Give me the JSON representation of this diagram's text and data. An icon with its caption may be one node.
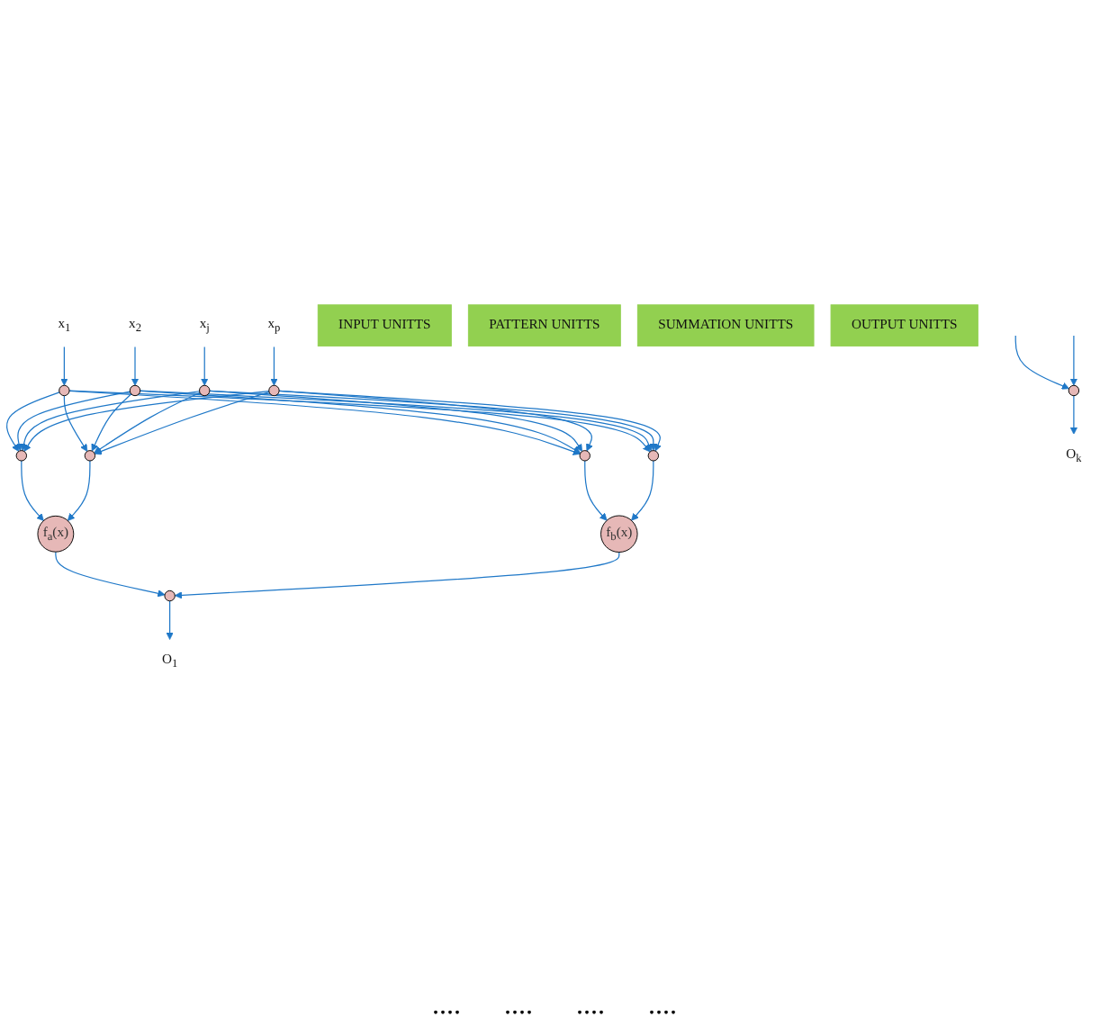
{
  "diagram": {
    "nodes": [
      {
        "text": [
          "x$_{1}$"
        ]
      },
      {
        "text": [
          "x$_{2}$"
        ]
      },
      {
        "text": [
          "x$_{j}$"
        ]
      },
      {
        "text": [
          "x$_{p}$"
        ]
      },
      {
        "text": [],
        "shape": "circle"
      },
      {
        "text": [],
        "shape": "circle"
      },
      {
        "text": [],
        "shape": "circle"
      },
      {
        "text": [],
        "shape": "circle"
      },
      {
        "text": [
          "INPUT UNITTS"
        ]
      },
      {
        "text": [],
        "shape": "circle"
      },
      {
        "text": [],
        "shape": "circle"
      },
      {
        "text": [],
        "shape": "circle"
      },
      {
        "text": [],
        "shape": "circle"
      },
      {
        "text": [
          "PATTERN UNITTS"
        ]
      },
      {
        "text": [
          "f$_{a}$(x)"
        ]
      },
      {
        "text": [
          "f$_{b}$(x)"
        ]
      },
      {
        "text": [
          "SUMMATION UNITTS"
        ]
      },
      {
        "text": [],
        "shape": "circle"
      },
      {
        "text": [],
        "shape": "circle"
      },
      {
        "text": [
          "OUTPUT UNITTS"
        ]
      },
      {
        "text": [
          "O$_{1}$"
        ]
      },
      {
        "text": [
          "O$_{k}$"
        ]
      }
    ],
    "edges": [
      {
        "from": 0,
        "to": 4,
        "arrow": "to"
      },
      {
        "from": 1,
        "to": 5,
        "arrow": "to"
      },
      {
        "from": 2,
        "to": 6,
        "arrow": "to"
      },
      {
        "from": 3,
        "to": 7,
        "arrow": "to"
      },
      {
        "from": 4,
        "to": 9,
        "arrow": "to"
      },
      {
        "from": 4,
        "to": 10,
        "arrow": "to"
      },
      {
        "from": 4,
        "to": 11,
        "arrow": "to"
      },
      {
        "from": 4,
        "to": 12,
        "arrow": "to"
      },
      {
        "from": 5,
        "to": 9,
        "arrow": "to"
      },
      {
        "from": 5,
        "to": 10,
        "arrow": "to"
      },
      {
        "from": 5,
        "to": 11,
        "arrow": "to"
      },
      {
        "from": 5,
        "to": 12,
        "arrow": "to"
      },
      {
        "from": 6,
        "to": 9,
        "arrow": "to"
      },
      {
        "from": 6,
        "to": 10,
        "arrow": "to"
      },
      {
        "from": 6,
        "to": 11,
        "arrow": "to"
      },
      {
        "from": 6,
        "to": 12,
        "arrow": "to"
      },
      {
        "from": 7,
        "to": 9,
        "arrow": "to"
      },
      {
        "from": 7,
        "to": 10,
        "arrow": "to"
      },
      {
        "from": 7,
        "to": 11,
        "arrow": "to"
      },
      {
        "from": 7,
        "to": 12,
        "arrow": "to"
      },
      {
        "from": 9,
        "to": 14,
        "arrow": "to"
      },
      {
        "from": 10,
        "to": 14,
        "arrow": "to"
      },
      {
        "from": 11,
        "to": 15,
        "arrow": "to"
      },
      {
        "from": 12,
        "to": 15,
        "arrow": "to"
      },
      {
        "from": 14,
        "to": 17,
        "arrow": "to"
      },
      {
        "from": 15,
        "to": 17,
        "arrow": "to"
      },
      {
        "from": null,
        "to": 18,
        "arrow": "to"
      },
      {
        "from": null,
        "to": 18,
        "arrow": "to"
      },
      {
        "from": 17,
        "to": 20,
        "arrow": "to"
      },
      {
        "from": 18,
        "to": 21,
        "arrow": "to"
      }
    ],
    "labels": [
      "....",
      "....",
      "....",
      "...."
    ]
  }
}
